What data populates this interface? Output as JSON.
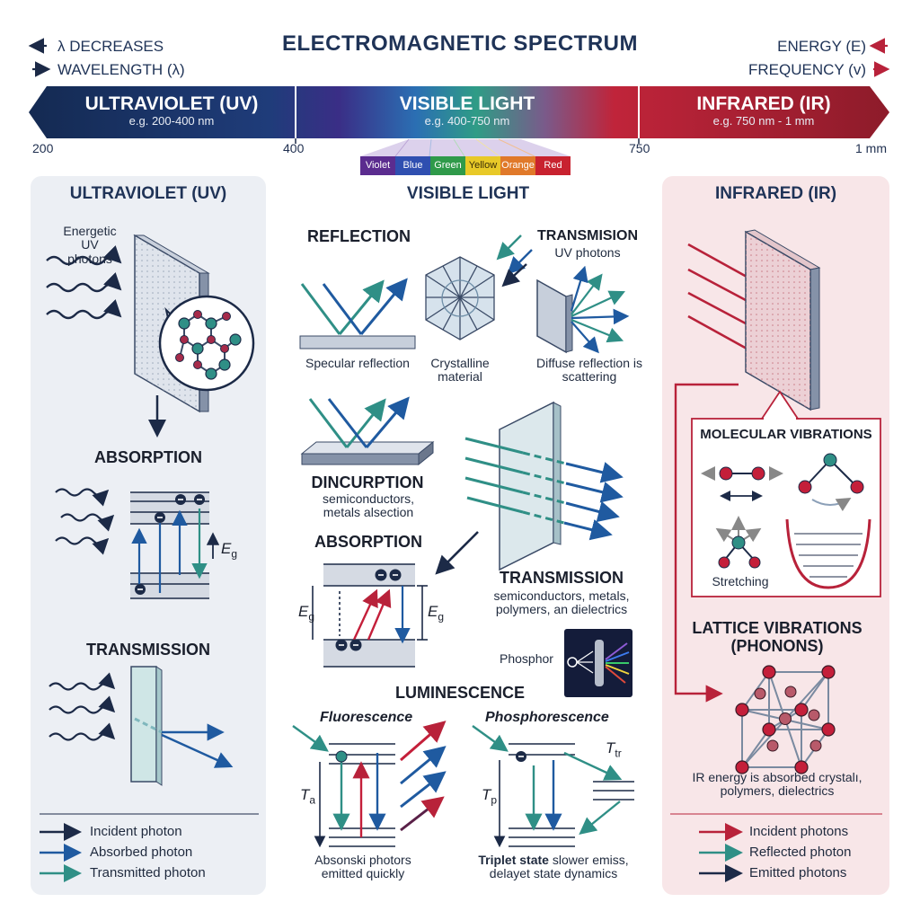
{
  "title": "ELECTROMAGNETIC SPECTRUM",
  "header_left": {
    "line1": "λ DECREASES",
    "line2": "WAVELENGTH (λ)"
  },
  "header_right": {
    "line1": "ENERGY (E)",
    "line2": "FREQUENCY (v)"
  },
  "spectrum_bands": [
    {
      "name": "ULTRAVIOLET (UV)",
      "range": "e.g. 200-400 nm"
    },
    {
      "name": "VISIBLE LIGHT",
      "range": "e.g. 400-750 nm"
    },
    {
      "name": "INFRARED (IR)",
      "range": "e.g. 750 nm - 1 mm"
    }
  ],
  "ticks": [
    "200",
    "400",
    "750",
    "1 mm"
  ],
  "visible_colors": [
    {
      "label": "Violet",
      "color": "#5b2c8f"
    },
    {
      "label": "Blue",
      "color": "#2f4fb0"
    },
    {
      "label": "Green",
      "color": "#2f9a4a"
    },
    {
      "label": "Yellow",
      "color": "#e8c928"
    },
    {
      "label": "Orange",
      "color": "#e0792a"
    },
    {
      "label": "Red",
      "color": "#c8222f"
    }
  ],
  "uv_panel": {
    "title": "ULTRAVIOLET (UV)",
    "photon_label": "Energetic UV photons",
    "absorption": "ABSORPTION",
    "eg": "E",
    "eg_sub": "g",
    "transmission": "TRANSMISSION",
    "legend": [
      "Incident photon",
      "Absorbed photon",
      "Transmitted photon"
    ]
  },
  "visible_panel": {
    "title": "VISIBLE LIGHT",
    "reflection": "REFLECTION",
    "specular": "Specular reflection",
    "crystalline": "Crystalline material",
    "transmision_title": "TRANSMISION",
    "transmision_sub": "UV photons",
    "diffuse": "Diffuse reflection is scattering",
    "dincurption": "DINCURPTION",
    "dincurption_sub": "semiconductors, metals alsection",
    "absorption": "ABSORPTION",
    "eg": "E",
    "eg_sub": "g",
    "transmission": "TRANSMISSION",
    "transmission_sub": "semiconductors, metals, polymers, an dielectrics",
    "phosphor": "Phosphor",
    "luminescence": "LUMINESCENCE",
    "fluorescence": "Fluorescence",
    "phosphorescence": "Phosphorescence",
    "t_a": "T",
    "t_a_sub": "a",
    "t_p": "T",
    "t_p_sub": "p",
    "t_tr": "T",
    "t_tr_sub": "tr",
    "fluor_caption": "Absonski photors emitted quickly",
    "phos_caption_bold": "Triplet state",
    "phos_caption": "slower emiss, delayet state dynamics"
  },
  "ir_panel": {
    "title": "INFRARED (IR)",
    "molecular": "MOLECULAR VIBRATIONS",
    "stretching": "Stretching",
    "lattice": "LATTICE VIBRATIONS (PHONONS)",
    "lattice_caption": "IR energy is absorbed crystalı, polymers, dielectrics",
    "legend": [
      "Incident photons",
      "Reflected photon",
      "Emitted photons"
    ]
  },
  "colors": {
    "navy": "#1c2a47",
    "uv_blue": "#1f4e8f",
    "teal": "#2f8f86",
    "crimson": "#b8223a",
    "uv_panel_bg": "#eceff4",
    "ir_panel_bg": "#f8e6e8"
  }
}
